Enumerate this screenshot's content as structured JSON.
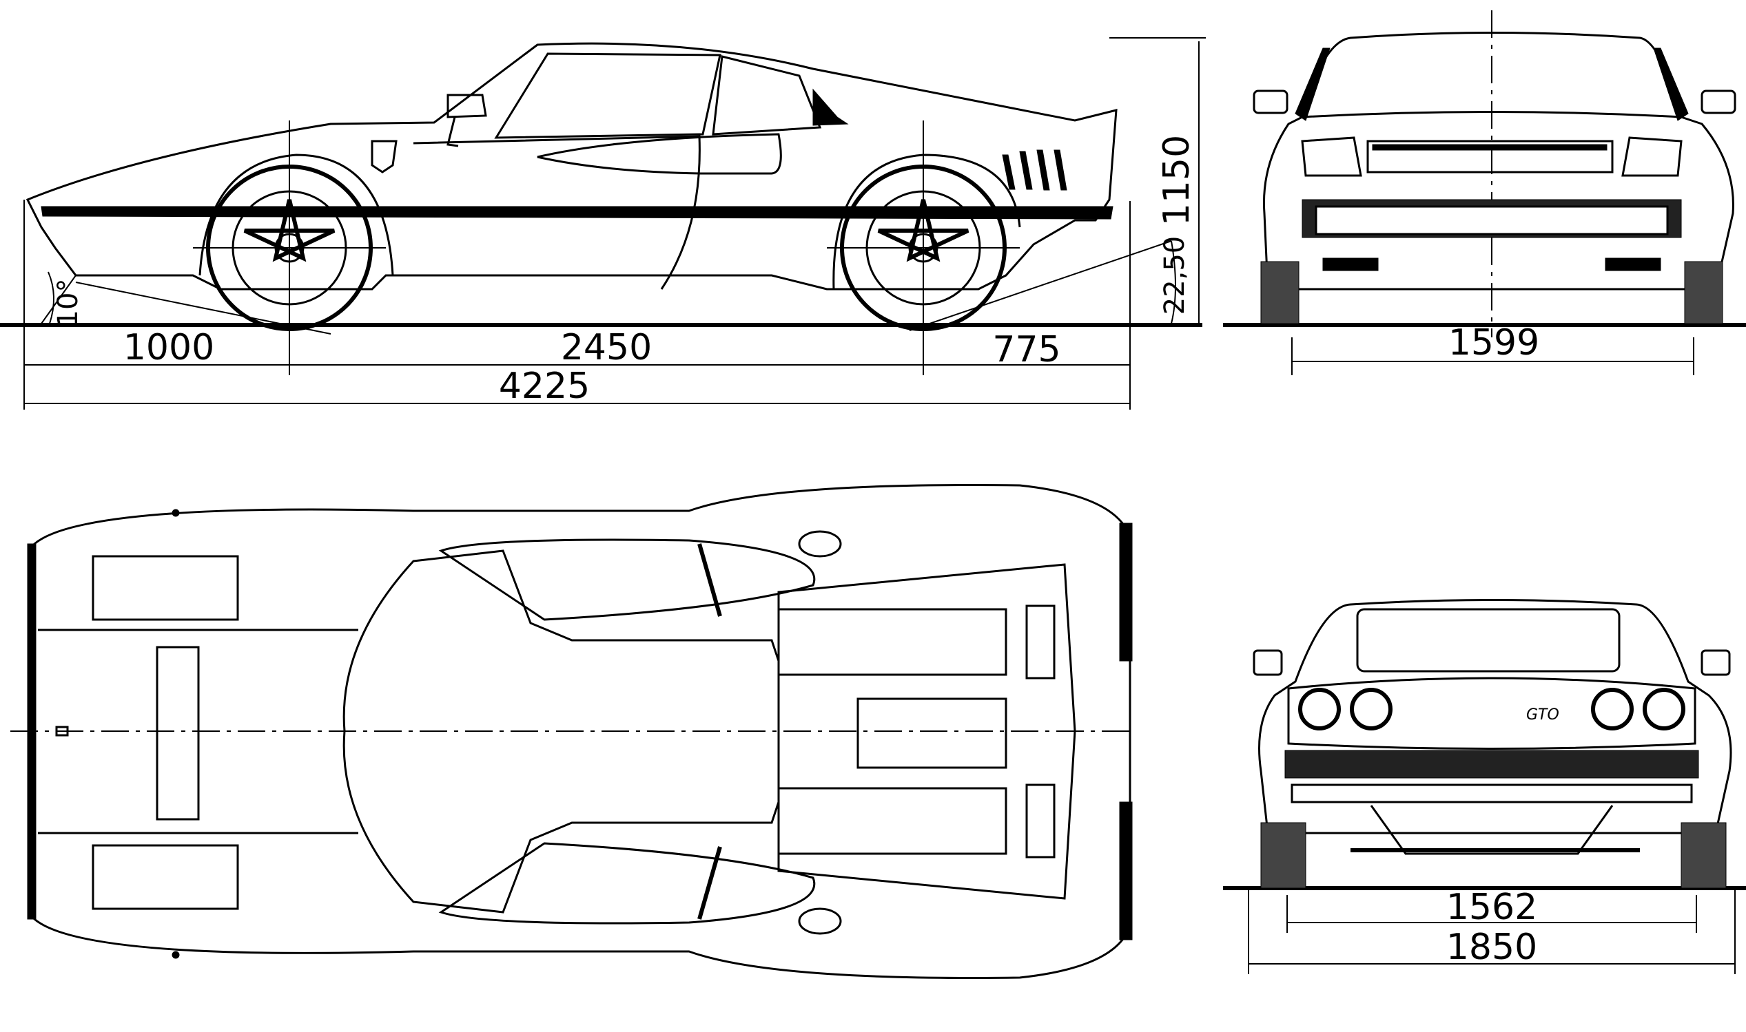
{
  "dimensions": {
    "overhang_front": "1000",
    "wheelbase": "2450",
    "overhang_rear": "775",
    "length": "4225",
    "height": "1150",
    "departure_angle": "22,50",
    "approach_angle": "10°",
    "front_track": "1599",
    "rear_track": "1562",
    "width": "1850"
  },
  "rear_badge": "GTO"
}
